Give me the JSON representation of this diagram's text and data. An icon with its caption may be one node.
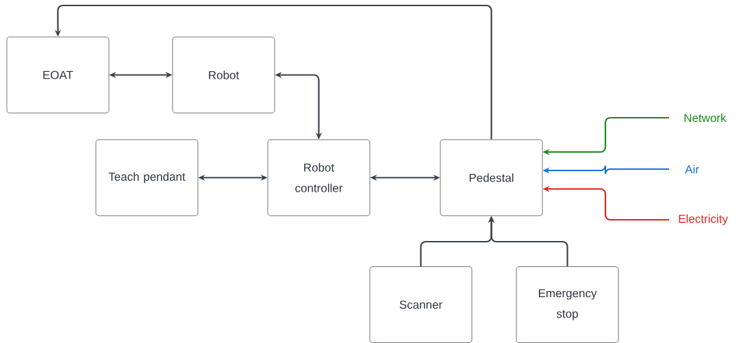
{
  "diagram": {
    "nodes": [
      {
        "text": [
          "EOAT"
        ]
      },
      {
        "text": [
          "Robot"
        ]
      },
      {
        "text": [
          "Teach pendant"
        ]
      },
      {
        "text": [
          "Robot controller"
        ]
      },
      {
        "text": [
          "Pedestal"
        ]
      },
      {
        "text": [
          "Scanner"
        ]
      },
      {
        "text": [
          "Emergency stop"
        ]
      },
      {
        "text": [
          "Network"
        ]
      },
      {
        "text": [
          "Air"
        ]
      },
      {
        "text": [
          "Electricity"
        ]
      }
    ],
    "edges": [
      {
        "from": 0,
        "to": 1,
        "arrow": "both"
      },
      {
        "from": 1,
        "to": 3,
        "arrow": "both"
      },
      {
        "from": 2,
        "to": 3,
        "arrow": "both"
      },
      {
        "from": 3,
        "to": 4,
        "arrow": "both"
      },
      {
        "from": 4,
        "to": 0,
        "arrow": "to"
      },
      {
        "from": 5,
        "to": 4,
        "arrow": "to"
      },
      {
        "from": 6,
        "to": 4,
        "arrow": "to"
      },
      {
        "from": 7,
        "to": 4,
        "arrow": "to",
        "color": "#1a8a1a"
      },
      {
        "from": 8,
        "to": 4,
        "arrow": "to",
        "color": "#1a6fdc"
      },
      {
        "from": 9,
        "to": 4,
        "arrow": "to",
        "color": "#e0261b"
      }
    ]
  }
}
